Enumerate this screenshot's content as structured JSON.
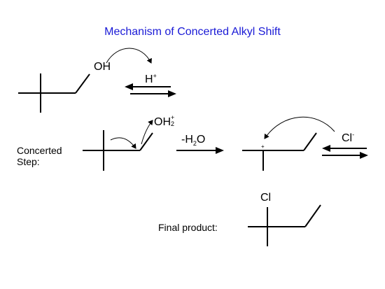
{
  "title": "Mechanism of Concerted Alkyl Shift",
  "step1": {
    "oh": "OH",
    "h_reagent": "H",
    "h_charge": "+"
  },
  "step2": {
    "label_line1": "Concerted",
    "label_line2": "Step:",
    "oh2": "OH",
    "oh2_sub": "2",
    "oh2_charge": "+",
    "loss_prefix": "-H",
    "loss_sub": "2",
    "loss_suffix": "O",
    "carbocation_charge": "+",
    "cl_reagent": "Cl",
    "cl_charge": "-"
  },
  "final": {
    "label": "Final product:",
    "cl": "Cl"
  }
}
